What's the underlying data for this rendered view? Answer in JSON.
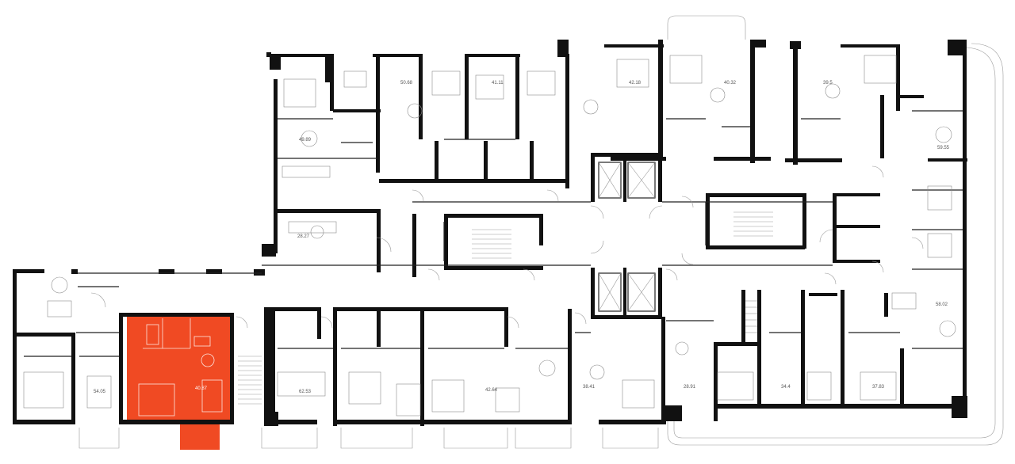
{
  "plan": {
    "accent_color": "#f04a23",
    "wall_color": "#111111",
    "selected_unit": "40.87",
    "units": [
      {
        "id": "u-49-89",
        "area": "49.89"
      },
      {
        "id": "u-50-68",
        "area": "50.68"
      },
      {
        "id": "u-41-11",
        "area": "41.11"
      },
      {
        "id": "u-42-18",
        "area": "42.18"
      },
      {
        "id": "u-40-32",
        "area": "40.32"
      },
      {
        "id": "u-39-5",
        "area": "39.5"
      },
      {
        "id": "u-59-55",
        "area": "59.55"
      },
      {
        "id": "u-28-27",
        "area": "28.27"
      },
      {
        "id": "u-54-05",
        "area": "54.05"
      },
      {
        "id": "u-40-87",
        "area": "40.87"
      },
      {
        "id": "u-62-53",
        "area": "62.53"
      },
      {
        "id": "u-42-64",
        "area": "42.64"
      },
      {
        "id": "u-38-41",
        "area": "38.41"
      },
      {
        "id": "u-28-91",
        "area": "28.91"
      },
      {
        "id": "u-34-4",
        "area": "34.4"
      },
      {
        "id": "u-37-83",
        "area": "37.83"
      },
      {
        "id": "u-58-02",
        "area": "58.02"
      }
    ]
  }
}
